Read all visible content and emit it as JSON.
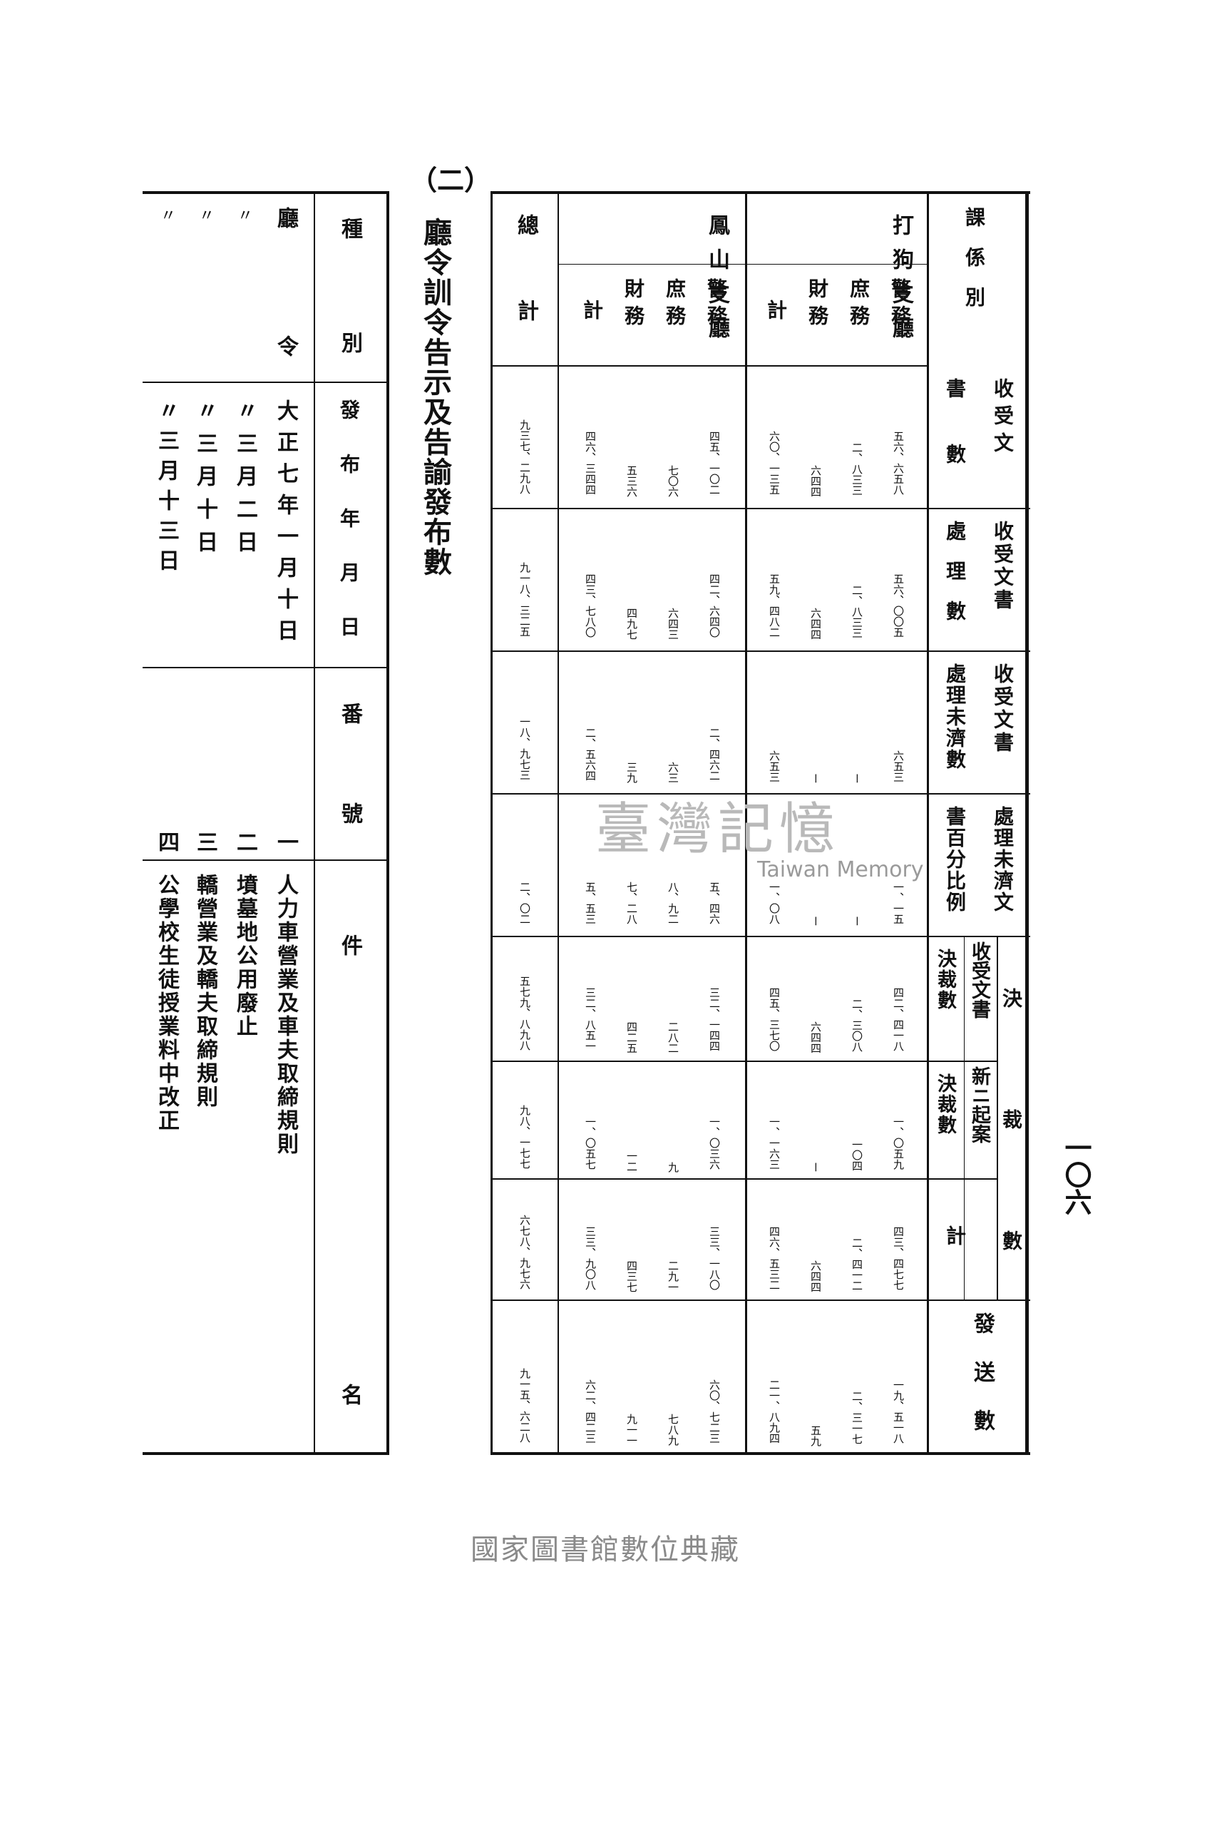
{
  "page_number": "一〇六",
  "section_marker": "（二）",
  "section_title": "廳令訓令告示及告諭發布數",
  "watermark": {
    "cjk": "臺灣記憶",
    "latin": "Taiwan Memory"
  },
  "footer": "國家圖書館數位典藏",
  "right_table": {
    "header_corner": "課係別",
    "sub_groups": [
      {
        "name": "打狗支廳",
        "subs": [
          "警務",
          "庶務",
          "財務",
          "計"
        ]
      },
      {
        "name": "鳳山支廳",
        "subs": [
          "警務",
          "庶務",
          "財務",
          "計"
        ]
      },
      {
        "name": "總計",
        "subs": []
      }
    ],
    "rows": [
      {
        "label_a": "收受文",
        "label_b": "書數",
        "cells": [
          "五六、六五八",
          "二、八三三",
          "六四四",
          "六〇、一三五",
          "四五、一〇二",
          "七〇六",
          "五三六",
          "四六、三四四",
          "九三七、二九八"
        ]
      },
      {
        "label_a": "收受文書",
        "label_b": "處理數",
        "cells": [
          "五六、〇〇五",
          "二、八三三",
          "六四四",
          "五九、四八二",
          "四二、六四〇",
          "六四三",
          "四九七",
          "四三、七八〇",
          "九一八、三二五"
        ]
      },
      {
        "label_a": "收受文書",
        "label_b": "處理未濟數",
        "cells": [
          "六五三",
          "ー",
          "ー",
          "六五三",
          "二、四六二",
          "六三",
          "三九",
          "二、五六四",
          "一八、九七三"
        ]
      },
      {
        "label_a": "處理未濟文",
        "label_b": "書百分比例",
        "cells": [
          "一、一五",
          "ー",
          "ー",
          "一、〇八",
          "五、四六",
          "八、九二",
          "七、二八",
          "五、五三",
          "二、〇二"
        ]
      },
      {
        "label_top": "決",
        "label_a": "收受文書",
        "label_b": "決裁數",
        "cells": [
          "四二、四一八",
          "二、三〇八",
          "六四四",
          "四五、三七〇",
          "三二、一四四",
          "二八二",
          "四二五",
          "三二、八五一",
          "五七九、八九八"
        ]
      },
      {
        "label_top": "裁",
        "label_a": "新ニ起案",
        "label_b": "決裁數",
        "cells": [
          "一、〇五九",
          "一〇四",
          "ー",
          "一、一六三",
          "一、〇三六",
          "九",
          "一二",
          "一、〇五七",
          "九八、一七七"
        ]
      },
      {
        "label_top": "數",
        "label_a": "",
        "label_b": "計",
        "cells": [
          "四三、四七七",
          "二、四一二",
          "六四四",
          "四六、五三二",
          "三三、一八〇",
          "二九一",
          "四三七",
          "三三、九〇八",
          "六七八、九七六"
        ]
      },
      {
        "label_a": "發送數",
        "label_b": "",
        "cells": [
          "一九、五一八",
          "二、三一七",
          "五九",
          "二一、八九四",
          "六〇、七二三",
          "七八九",
          "九一一",
          "六二、四二三",
          "九一五、六二八"
        ]
      }
    ]
  },
  "left_table": {
    "headers": [
      "種別",
      "發布年月日",
      "番號",
      "件名"
    ],
    "rows": [
      {
        "kind": "廳令",
        "date": "大正七年一月十日",
        "no": "一",
        "name": "人力車營業及車夫取締規則"
      },
      {
        "kind": "〃",
        "date": "〃三月二日",
        "no": "二",
        "name": "墳墓地公用廢止"
      },
      {
        "kind": "〃",
        "date": "〃三月十日",
        "no": "三",
        "name": "轎營業及轎夫取締規則"
      },
      {
        "kind": "〃",
        "date": "〃三月十三日",
        "no": "四",
        "name": "公學校生徒授業料中改正"
      }
    ]
  }
}
